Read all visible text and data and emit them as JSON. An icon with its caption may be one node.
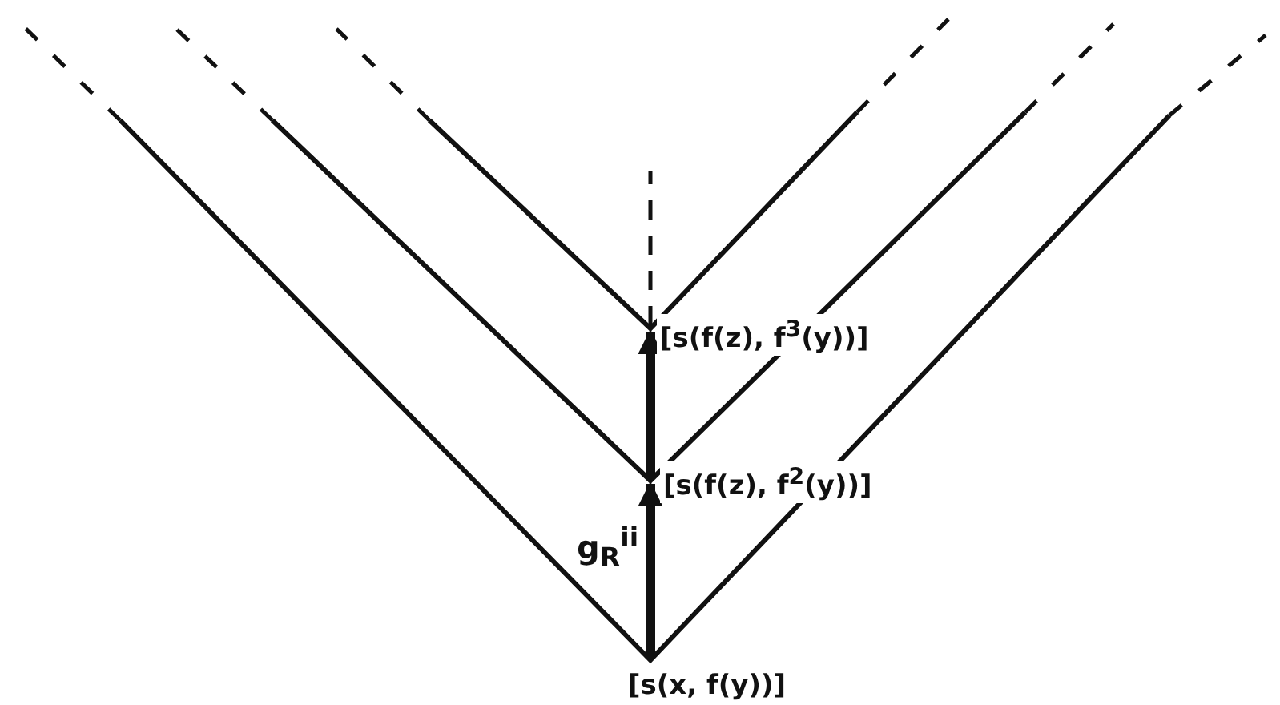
{
  "diagram": {
    "nodes": [
      {
        "text": [
          "[s(x, f(y))]"
        ]
      },
      {
        "text": [
          "[s(f(z), f$^{2}$(y))]"
        ]
      },
      {
        "text": [
          "[s(f(z), f$^{3}$(y))]"
        ]
      }
    ],
    "edges": [
      {
        "from": 0,
        "to": 1,
        "arrow": "to"
      },
      {
        "from": 1,
        "to": 2,
        "arrow": "to"
      },
      {
        "from": 2,
        "to": null,
        "arrow": "none",
        "style": "dashed"
      }
    ],
    "labels": [
      "g$_{R}$$^{ii}$"
    ]
  }
}
